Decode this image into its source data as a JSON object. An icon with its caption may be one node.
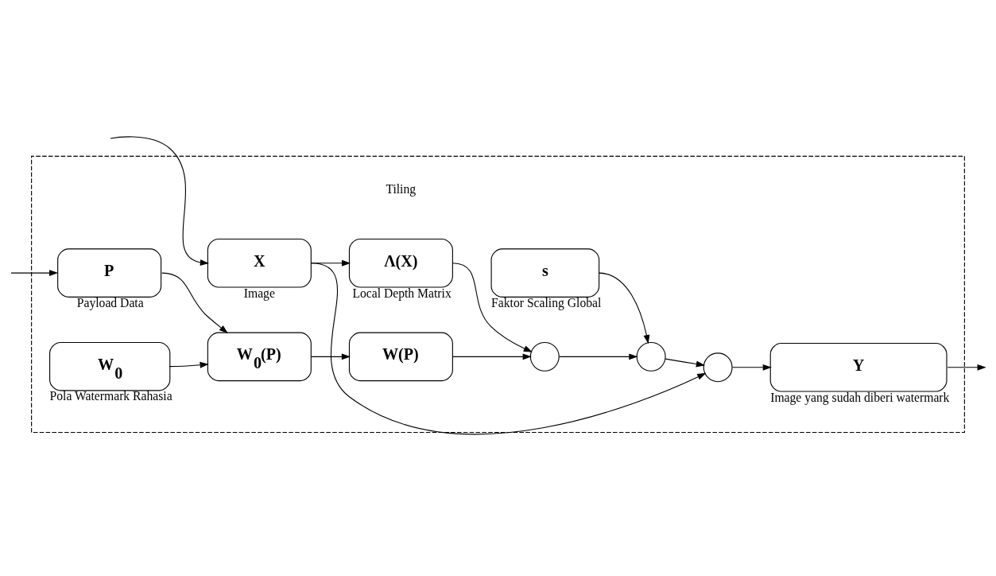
{
  "diagram": {
    "nodes": [
      {
        "text": [],
        "shape": "box"
      },
      {
        "text": [
          "P"
        ],
        "beside": [
          "Payload Data"
        ],
        "in": 0
      },
      {
        "text": [
          "W$_{0}$(P)"
        ],
        "in": 0
      },
      {
        "text": [
          "W$_{0}$"
        ],
        "beside": [
          "Pola Watermark Rahasia"
        ],
        "in": 0
      },
      {
        "text": [
          "W(P)"
        ],
        "in": 0
      },
      {
        "text": [
          "s"
        ],
        "beside": [
          "Faktor Scaling Global"
        ],
        "in": 0
      },
      {
        "text": [
          "Λ(X)"
        ],
        "beside": [
          "Local Depth Matrix"
        ],
        "in": 0
      },
      {
        "text": [],
        "shape": "circle",
        "in": 0
      },
      {
        "text": [],
        "shape": "circle",
        "in": 0
      },
      {
        "text": [
          "X"
        ],
        "beside": [
          "Image"
        ],
        "in": 0
      },
      {
        "text": [],
        "shape": "circle",
        "in": 0
      },
      {
        "text": [
          "Y"
        ],
        "beside": [
          "Image yang sudah diberi watermark"
        ],
        "in": 0
      }
    ],
    "edges": [
      {
        "from": null,
        "to": 1,
        "arrow": "to"
      },
      {
        "from": 1,
        "to": 2,
        "arrow": "to"
      },
      {
        "from": 3,
        "to": 2,
        "arrow": "to"
      },
      {
        "from": 2,
        "to": 4,
        "arrow": "to"
      },
      {
        "from": 4,
        "to": 7,
        "arrow": "to"
      },
      {
        "from": 6,
        "to": 7,
        "arrow": "to"
      },
      {
        "from": 7,
        "to": 8,
        "arrow": "to"
      },
      {
        "from": 5,
        "to": 8,
        "arrow": "to"
      },
      {
        "from": 9,
        "to": 6,
        "arrow": "to"
      },
      {
        "from": 8,
        "to": 10,
        "arrow": "to"
      },
      {
        "from": 9,
        "to": 10,
        "arrow": "to"
      },
      {
        "from": null,
        "to": 9,
        "arrow": "to"
      },
      {
        "from": 10,
        "to": 11,
        "arrow": "to"
      },
      {
        "from": 11,
        "to": null,
        "arrow": "to"
      }
    ],
    "labels": [
      "Tiling"
    ]
  }
}
